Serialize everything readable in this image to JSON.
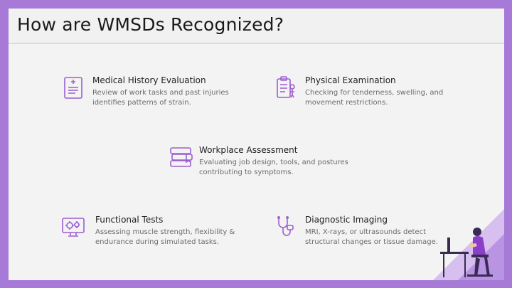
{
  "slide": {
    "title": "How are WMSDs Recognized?",
    "accent_color": "#a87ad8",
    "icon_color": "#9b5fd0",
    "items": [
      {
        "heading": "Medical History Evaluation",
        "description": "Review of work tasks and past injuries identifies patterns of strain.",
        "icon": "medical-record-icon"
      },
      {
        "heading": "Physical Examination",
        "description": "Checking for tenderness, swelling, and movement restrictions.",
        "icon": "clipboard-exam-icon"
      },
      {
        "heading": "Workplace Assessment",
        "description": "Evaluating job design, tools, and postures contributing to symptoms.",
        "icon": "books-icon"
      },
      {
        "heading": "Functional Tests",
        "description": "Assessing muscle strength, flexibility & endurance during simulated tasks.",
        "icon": "gears-monitor-icon"
      },
      {
        "heading": "Diagnostic Imaging",
        "description": "MRI, X-rays, or ultrasounds detect structural changes or tissue damage.",
        "icon": "stethoscope-icon"
      }
    ]
  }
}
